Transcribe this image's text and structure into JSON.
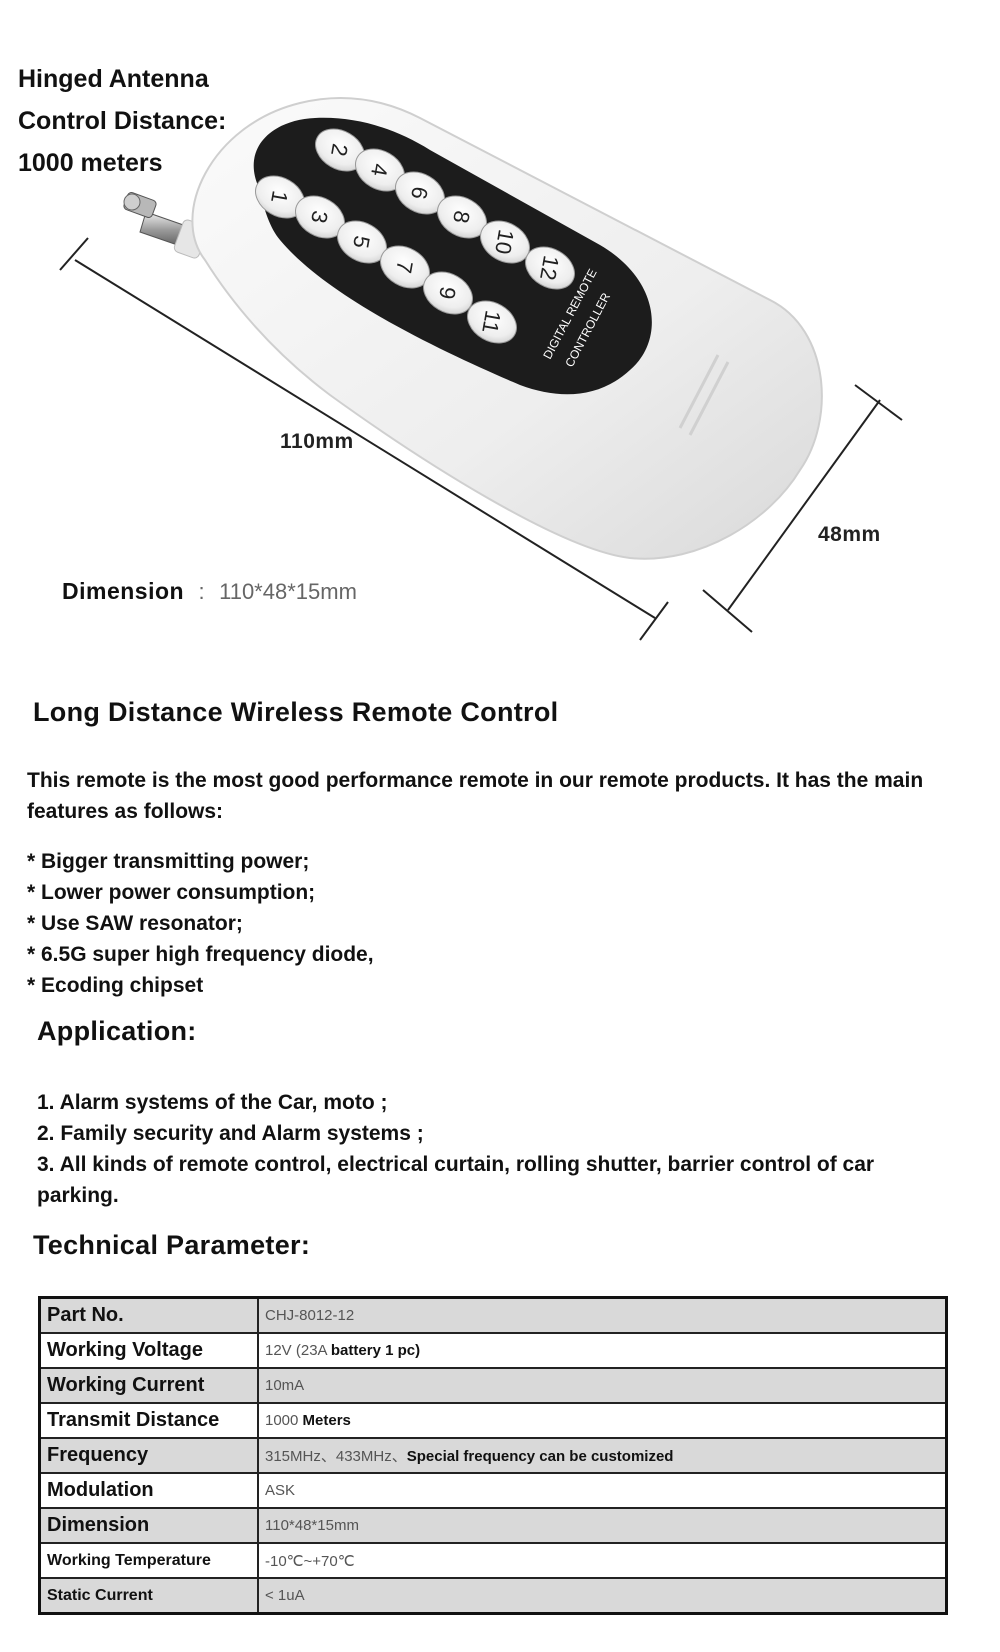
{
  "hero": {
    "antenna_line1": "Hinged Antenna",
    "antenna_line2": "Control Distance:",
    "antenna_line3": "1000 meters",
    "length_label": "110mm",
    "width_label": "48mm",
    "dimension_label": "Dimension",
    "dimension_sep": ":",
    "dimension_value": "110*48*15mm",
    "remote": {
      "buttons": [
        "1",
        "2",
        "3",
        "4",
        "5",
        "6",
        "7",
        "8",
        "9",
        "10",
        "11",
        "12"
      ],
      "print_line1": "DIGITAL REMOTE",
      "print_line2": "CONTROLLER"
    }
  },
  "intro": {
    "title": "Long Distance Wireless Remote Control",
    "text": "This remote is the most good performance remote in our remote products. It has the main features as follows:"
  },
  "features": [
    "* Bigger transmitting power;",
    "* Lower power consumption;",
    "* Use SAW resonator;",
    "* 6.5G super high frequency diode,",
    "* Ecoding chipset"
  ],
  "application": {
    "title": "Application:",
    "items": [
      "1. Alarm systems of the Car, moto ;",
      "2. Family security and Alarm systems ;",
      "3. All kinds of remote control, electrical curtain, rolling shutter, barrier control of car parking."
    ]
  },
  "tech": {
    "title": "Technical Parameter:",
    "rows": [
      {
        "name": "Part No.",
        "value": "CHJ-8012-12",
        "value_bold": ""
      },
      {
        "name": "Working Voltage",
        "value": "12V (23A ",
        "value_bold": "battery 1 pc)"
      },
      {
        "name": "Working Current",
        "value": "10mA",
        "value_bold": ""
      },
      {
        "name": "Transmit Distance",
        "value": "1000 ",
        "value_bold": "Meters"
      },
      {
        "name": "Frequency",
        "value": "315MHz、433MHz、",
        "value_bold": "Special frequency can be customized"
      },
      {
        "name": "Modulation",
        "value": "ASK",
        "value_bold": ""
      },
      {
        "name": "Dimension",
        "value": "110*48*15mm",
        "value_bold": ""
      },
      {
        "name": "Working Temperature",
        "value": "-10℃~+70℃",
        "value_bold": ""
      },
      {
        "name": "Static Current",
        "value": "< 1uA",
        "value_bold": ""
      }
    ]
  },
  "colors": {
    "remote_body": "#f2f2f2",
    "keypad": "#1c1c1c",
    "row_shade": "#d9d9d9"
  }
}
